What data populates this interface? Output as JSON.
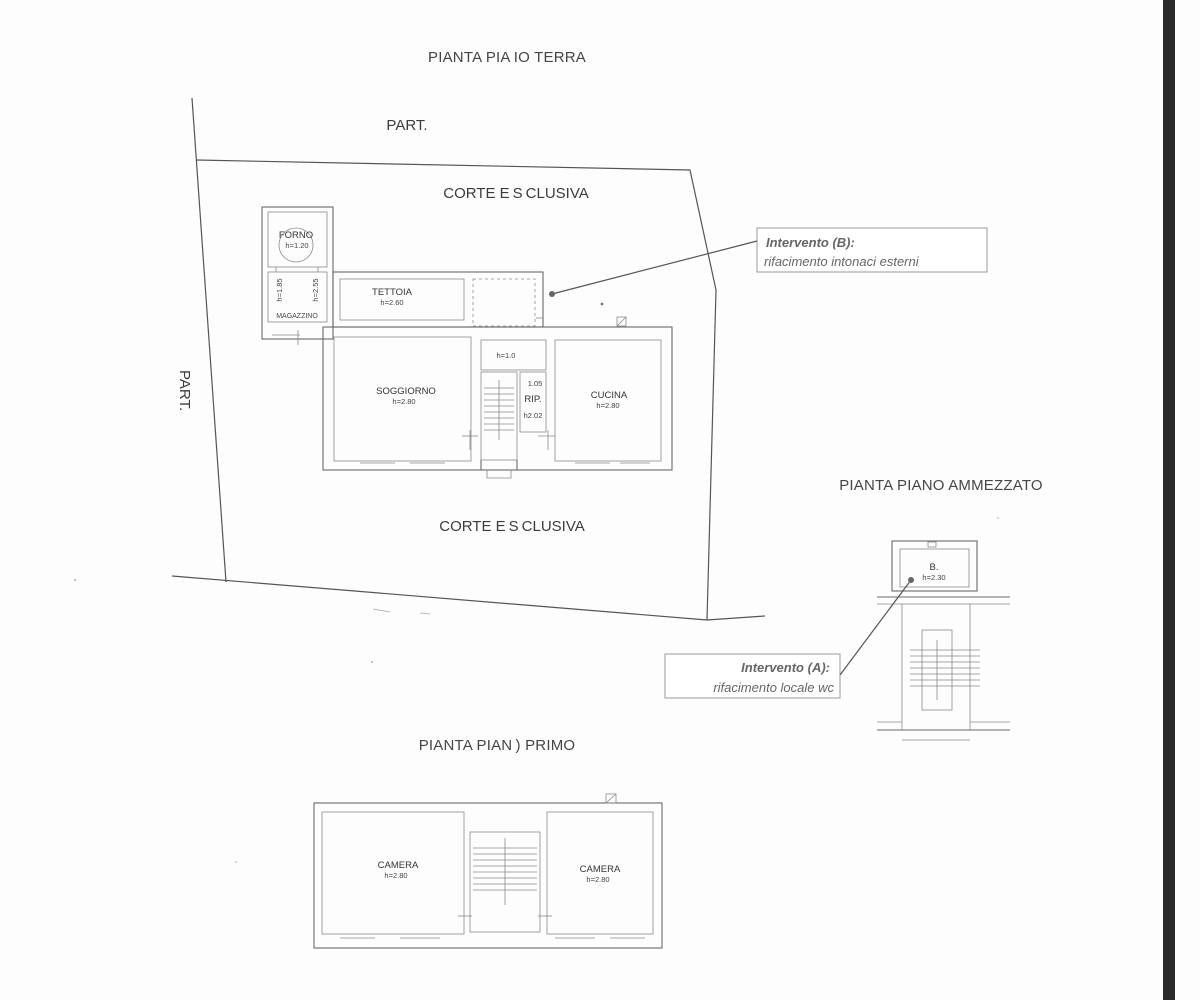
{
  "titles": {
    "ground_floor": "PIANTA PIA IO TERRA",
    "mezzanine": "PIANTA PIANO AMMEZZATO",
    "first_floor": "PIANTA PIAN ) PRIMO"
  },
  "site": {
    "part_top": "PART.",
    "part_left": "PART.",
    "corte_top": "CORTE E S CLUSIVA",
    "corte_bottom": "CORTE E S CLUSIVA"
  },
  "ground_rooms": {
    "forno": "FORNO",
    "forno_h": "h=1.20",
    "magazzino": "MAGAZZINO",
    "mag_h1": "h=1.85",
    "mag_h2": "h=2.55",
    "tettoia": "TETTOIA",
    "tettoia_h": "h=2.60",
    "soggiorno": "SOGGIORNO",
    "soggiorno_h": "h=2.80",
    "stair_h": "h=1.0",
    "rip": "RIP.",
    "rip_h1": "1.05",
    "rip_h2": "h2.02",
    "cucina": "CUCINA",
    "cucina_h": "h=2.80"
  },
  "mezzanine_rooms": {
    "bagno": "B.",
    "bagno_h": "h=2.30"
  },
  "first_rooms": {
    "camera_left": "CAMERA",
    "camera_left_h": "h=2.80",
    "camera_right": "CAMERA",
    "camera_right_h": "h=2.80"
  },
  "callouts": {
    "b_title": "Intervento (B):",
    "b_desc": "rifacimento intonaci esterni",
    "a_title": "Intervento (A):",
    "a_desc": "rifacimento locale wc"
  },
  "colors": {
    "ink": "#555555",
    "edge_bar": "#2b2b2b"
  }
}
